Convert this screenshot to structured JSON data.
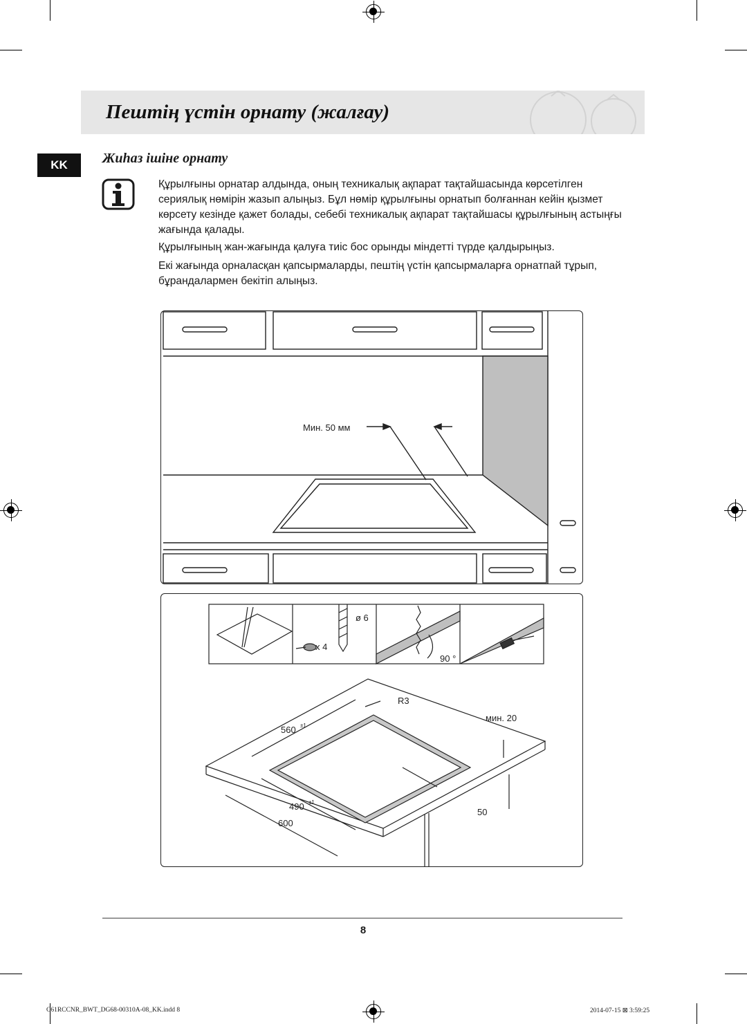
{
  "title": "Пештің үстін орнату (жалғау)",
  "language_tab": "KK",
  "subtitle": "Жиһаз ішіне орнату",
  "icon": "info-icon",
  "paragraphs": [
    "Құрылғыны орнатар алдында, оның техникалық ақпарат тақтайшасында көрсетілген сериялық нөмірін жазып алыңыз. Бұл нөмір құрылғыны орнатып болғаннан кейін қызмет көрсету кезінде қажет болады, себебі техникалық ақпарат тақтайшасы құрылғының астыңғы жағында қалады.",
    "Құрылғының жан-жағында қалуға тиіс бос орынды міндетті түрде қалдырыңыз.",
    "Екі жағында орналасқан қапсырмаларды, пештің үстін қапсырмаларға орнатпай тұрып, бұрандалармен бекітіп алыңыз."
  ],
  "figure1": {
    "min_clearance": "Мин. 50 мм"
  },
  "figure2": {
    "steps": {
      "drill_diameter": "ø 6",
      "count": "x 4",
      "angle": "90 °"
    },
    "dims": {
      "radius": "R3",
      "depth": "560",
      "depth_tol": "±1",
      "width_inner": "490",
      "width_tol": "±1",
      "width_outer": "600",
      "min_thickness": "мин. 20",
      "front_gap": "50"
    }
  },
  "page_number": "8",
  "footer_left": "C61RCCNR_BWT_DG68-00310A-08_KK.indd   8",
  "footer_right": "2014-07-15   ⊠ 3:59:25"
}
